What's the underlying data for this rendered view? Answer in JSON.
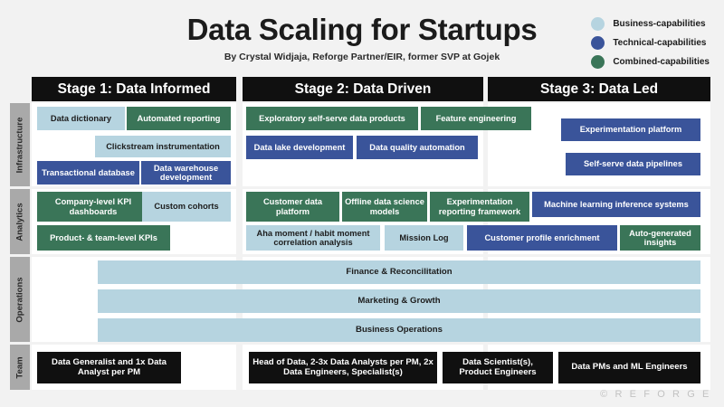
{
  "header": {
    "title": "Data Scaling for Startups",
    "subtitle": "By Crystal Widjaja, Reforge Partner/EIR, former SVP at Gojek"
  },
  "legend": {
    "items": [
      {
        "label": "Business-capabilities",
        "color": "#b6d4e0",
        "key": "business"
      },
      {
        "label": "Technical-capabilities",
        "color": "#3a549a",
        "key": "technical"
      },
      {
        "label": "Combined-capabilities",
        "color": "#3a7558",
        "key": "combined"
      }
    ]
  },
  "stages": [
    {
      "label": "Stage 1: Data Informed"
    },
    {
      "label": "Stage 2: Data Driven"
    },
    {
      "label": "Stage 3: Data Led"
    }
  ],
  "row_labels": [
    {
      "label": "Infrastructure"
    },
    {
      "label": "Analytics"
    },
    {
      "label": "Operations"
    },
    {
      "label": "Team"
    }
  ],
  "cells": {
    "infrastructure": [
      {
        "text": "Data dictionary",
        "type": "business",
        "stage": 1
      },
      {
        "text": "Automated reporting",
        "type": "combined",
        "stage": 1
      },
      {
        "text": "Clickstream instrumentation",
        "type": "business",
        "stage": 1
      },
      {
        "text": "Transactional database",
        "type": "technical",
        "stage": 1
      },
      {
        "text": "Data warehouse development",
        "type": "technical",
        "stage": 1
      },
      {
        "text": "Exploratory self-serve data products",
        "type": "combined",
        "stage": 2
      },
      {
        "text": "Feature engineering",
        "type": "combined",
        "stage": 2
      },
      {
        "text": "Data lake development",
        "type": "technical",
        "stage": 2
      },
      {
        "text": "Data quality automation",
        "type": "technical",
        "stage": 2
      },
      {
        "text": "Experimentation platform",
        "type": "technical",
        "stage": 3
      },
      {
        "text": "Self-serve data pipelines",
        "type": "technical",
        "stage": 3
      }
    ],
    "analytics": [
      {
        "text": "Company-level KPI dashboards",
        "type": "combined",
        "stage": 1
      },
      {
        "text": "Custom cohorts",
        "type": "business",
        "stage": 1
      },
      {
        "text": "Product- & team-level KPIs",
        "type": "combined",
        "stage": 1
      },
      {
        "text": "Customer data platform",
        "type": "combined",
        "stage": 2
      },
      {
        "text": "Offline data science models",
        "type": "combined",
        "stage": 2
      },
      {
        "text": "Experimentation reporting framework",
        "type": "combined",
        "stage": 2
      },
      {
        "text": "Aha moment / habit moment correlation analysis",
        "type": "business",
        "stage": 2
      },
      {
        "text": "Mission Log",
        "type": "business",
        "stage": 2
      },
      {
        "text": "Machine learning inference systems",
        "type": "technical",
        "stage": 3
      },
      {
        "text": "Customer profile enrichment",
        "type": "technical",
        "stage": 3
      },
      {
        "text": "Auto-generated insights",
        "type": "combined",
        "stage": 3
      }
    ],
    "operations": [
      {
        "text": "Finance & Reconcilitation",
        "type": "business"
      },
      {
        "text": "Marketing & Growth",
        "type": "business"
      },
      {
        "text": "Business Operations",
        "type": "business"
      }
    ],
    "team": [
      {
        "text": "Data Generalist and 1x Data Analyst per PM",
        "stage": 1
      },
      {
        "text": "Head of Data, 2-3x Data Analysts per PM, 2x Data Engineers, Specialist(s)",
        "stage": 2
      },
      {
        "text": "Data Scientist(s), Product Engineers",
        "stage": 3
      },
      {
        "text": "Data PMs and ML Engineers",
        "stage": 3
      }
    ]
  },
  "watermark": {
    "text": "© R E F O R G E"
  }
}
